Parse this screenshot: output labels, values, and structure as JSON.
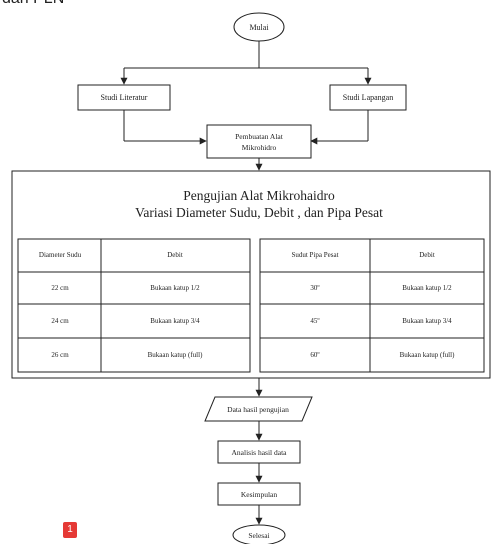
{
  "top_text": "dari PLN",
  "page_number": "1",
  "flow": {
    "start": "Mulai",
    "studi_literatur": "Studi Literatur",
    "studi_lapangan": "Studi Lapangan",
    "pembuatan_line1": "Pembuatan Alat",
    "pembuatan_line2": "Mikrohidro",
    "test_title_line1": "Pengujian Alat Mikrohaidro",
    "test_title_line2": "Variasi Diameter Sudu, Debit , dan Pipa Pesat",
    "data_hasil": "Data hasil pengujian",
    "analisis": "Analisis hasil data",
    "kesimpulan": "Kesimpulan",
    "end": "Selesai"
  },
  "table_left": {
    "headers": [
      "Diameter Sudu",
      "Debit"
    ],
    "rows": [
      [
        "22 cm",
        "Bukaan katup 1/2"
      ],
      [
        "24 cm",
        "Bukaan katup 3/4"
      ],
      [
        "26 cm",
        "Bukaan katup  (full)"
      ]
    ]
  },
  "table_right": {
    "headers": [
      "Sudut Pipa Pesat",
      "Debit"
    ],
    "rows": [
      [
        "30º",
        "Bukaan katup 1/2"
      ],
      [
        "45º",
        "Bukaan katup 3/4"
      ],
      [
        "60º",
        "Bukaan katup  (full)"
      ]
    ]
  }
}
